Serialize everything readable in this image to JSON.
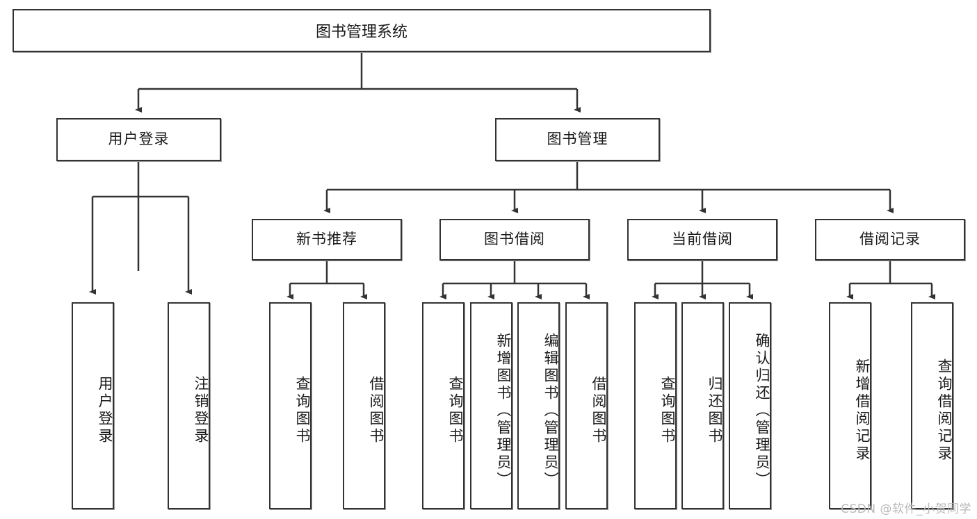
{
  "diagram": {
    "title": "图书管理系统",
    "type": "tree",
    "root": {
      "id": "root",
      "label": "图书管理系统",
      "orientation": "horizontal"
    },
    "level2": [
      {
        "id": "user-login",
        "label": "用户登录",
        "orientation": "horizontal"
      },
      {
        "id": "book-manage",
        "label": "图书管理",
        "orientation": "horizontal"
      }
    ],
    "level3": [
      {
        "id": "new-book-recommend",
        "label": "新书推荐",
        "orientation": "horizontal",
        "parent": "book-manage"
      },
      {
        "id": "book-borrow",
        "label": "图书借阅",
        "orientation": "horizontal",
        "parent": "book-manage"
      },
      {
        "id": "current-borrow",
        "label": "当前借阅",
        "orientation": "horizontal",
        "parent": "book-manage"
      },
      {
        "id": "borrow-record",
        "label": "借阅记录",
        "orientation": "horizontal",
        "parent": "book-manage"
      }
    ],
    "leaves": [
      {
        "id": "leaf-user-login",
        "label": "用户登录",
        "parent": "user-login",
        "orientation": "vertical"
      },
      {
        "id": "leaf-user-logout",
        "label": "注销登录",
        "parent": "user-login",
        "orientation": "vertical"
      },
      {
        "id": "leaf-query-book-1",
        "label": "查询图书",
        "parent": "new-book-recommend",
        "orientation": "vertical"
      },
      {
        "id": "leaf-borrow-book-1",
        "label": "借阅图书",
        "parent": "new-book-recommend",
        "orientation": "vertical"
      },
      {
        "id": "leaf-query-book-2",
        "label": "查询图书",
        "parent": "book-borrow",
        "orientation": "vertical"
      },
      {
        "id": "leaf-add-book",
        "label": "新增图书（管理员）",
        "parent": "book-borrow",
        "orientation": "vertical"
      },
      {
        "id": "leaf-edit-book",
        "label": "编辑图书（管理员）",
        "parent": "book-borrow",
        "orientation": "vertical"
      },
      {
        "id": "leaf-borrow-book-2",
        "label": "借阅图书",
        "parent": "book-borrow",
        "orientation": "vertical"
      },
      {
        "id": "leaf-query-book-3",
        "label": "查询图书",
        "parent": "current-borrow",
        "orientation": "vertical"
      },
      {
        "id": "leaf-return-book",
        "label": "归还图书",
        "parent": "current-borrow",
        "orientation": "vertical"
      },
      {
        "id": "leaf-confirm-return",
        "label": "确认归还（管理员）",
        "parent": "current-borrow",
        "orientation": "vertical"
      },
      {
        "id": "leaf-add-record",
        "label": "新增借阅记录",
        "parent": "borrow-record",
        "orientation": "vertical"
      },
      {
        "id": "leaf-query-record",
        "label": "查询借阅记录",
        "parent": "borrow-record",
        "orientation": "vertical"
      }
    ],
    "colors": {
      "border": "#333333",
      "background": "#ffffff",
      "text": "#1a1a1a",
      "edge": "#333333",
      "watermark": "#b9b9b9"
    }
  },
  "watermark": {
    "text": "CSDN @软件_小贺同学"
  }
}
